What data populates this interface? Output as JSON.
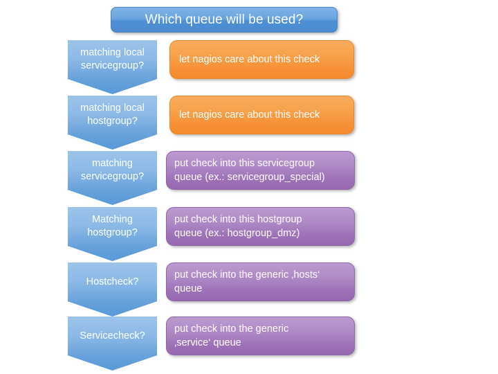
{
  "slide": {
    "title": "Which queue will be used?",
    "background_color": "#ffffff"
  },
  "colors": {
    "title_blue": "#4a8ccf",
    "arrow_blue": "#8cb9e6",
    "orange": "#f79239",
    "purple": "#9d71b6",
    "text_white": "#ffffff"
  },
  "rows": [
    {
      "condition": "matching local\nservicegroup?",
      "condition_line1": "matching local",
      "condition_line2": "servicegroup?",
      "action": "let nagios care about this check",
      "action_line1": "let nagios care about this check",
      "action_line2": "",
      "action_color": "orange"
    },
    {
      "condition": "matching local\nhostgroup?",
      "condition_line1": "matching local",
      "condition_line2": "hostgroup?",
      "action": "let nagios care about this check",
      "action_line1": "let nagios care about this check",
      "action_line2": "",
      "action_color": "orange"
    },
    {
      "condition": "matching\nservicegroup?",
      "condition_line1": "matching",
      "condition_line2": "servicegroup?",
      "action": "put check into this servicegroup queue (ex.: servicegroup_special)",
      "action_line1": "put check into this servicegroup",
      "action_line2": "queue (ex.: servicegroup_special)",
      "action_color": "purple"
    },
    {
      "condition": "Matching\nhostgroup?",
      "condition_line1": "Matching",
      "condition_line2": "hostgroup?",
      "action": "put check into this hostgroup queue (ex.: hostgroup_dmz)",
      "action_line1": "put check into this hostgroup",
      "action_line2": "queue (ex.: hostgroup_dmz)",
      "action_color": "purple"
    },
    {
      "condition": "Hostcheck?",
      "condition_line1": "Hostcheck?",
      "condition_line2": "",
      "action": "put check into the generic ‚hosts‘ queue",
      "action_line1": "put check into the generic ‚hosts‘",
      "action_line2": "queue",
      "action_color": "purple"
    },
    {
      "condition": "Servicecheck?",
      "condition_line1": "Servicecheck?",
      "condition_line2": "",
      "action": "put check into the generic ‚service‘ queue",
      "action_line1": "put check into the generic",
      "action_line2": "‚service‘ queue",
      "action_color": "purple"
    }
  ]
}
